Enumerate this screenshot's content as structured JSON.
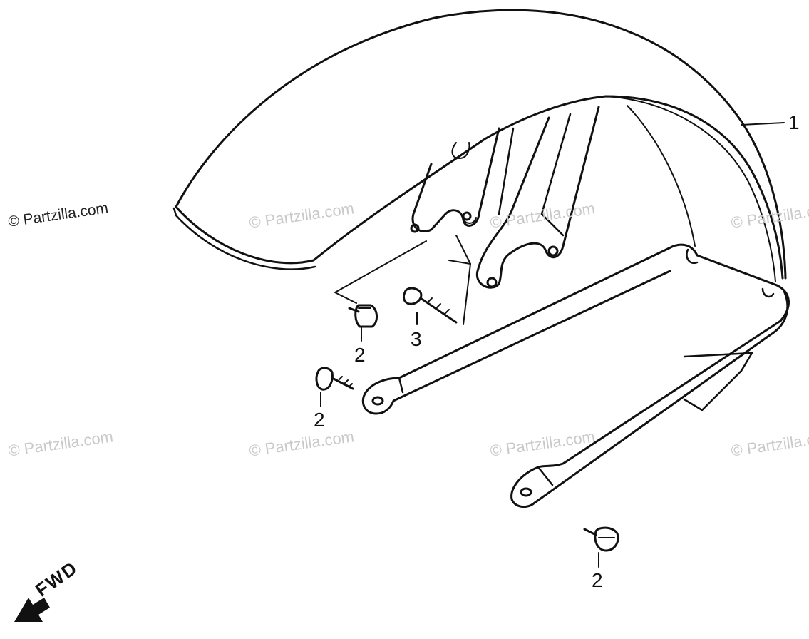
{
  "watermark": {
    "text": "© Partzilla.com",
    "primary_text": "© Partzilla.com",
    "color": "#c9c9c9"
  },
  "callouts": {
    "fender": "1",
    "bolt_a": "2",
    "bolt_b": "2",
    "bolt_c": "2",
    "screw": "3"
  },
  "direction": {
    "label": "FWD",
    "icon": "arrow-down-left-icon"
  },
  "colors": {
    "line": "#111111",
    "background": "#ffffff"
  }
}
